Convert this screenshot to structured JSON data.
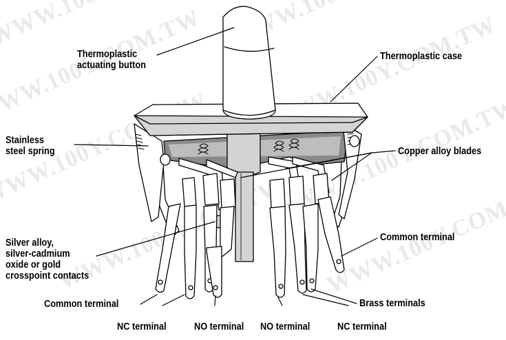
{
  "labels": {
    "button": [
      "Thermoplastic",
      "actuating button"
    ],
    "case": "Thermoplastic case",
    "spring": [
      "Stainless",
      "steel spring"
    ],
    "blades": "Copper alloy blades",
    "contacts": [
      "Silver alloy,",
      "silver-cadmium",
      "oxide or gold",
      "crosspoint contacts"
    ],
    "common_right": "Common terminal",
    "common_left": "Common terminal",
    "brass": "Brass terminals",
    "nc_left": "NC terminal",
    "no_left": "NO terminal",
    "no_right": "NO terminal",
    "nc_right": "NC terminal"
  },
  "watermark": "WWW.100Y.COM.TW",
  "colors": {
    "line": "#000000",
    "fill": "#ffffff",
    "shade": "#d4d4d4",
    "dark": "#8a8a8a",
    "watermark": "#e9e9e9"
  }
}
